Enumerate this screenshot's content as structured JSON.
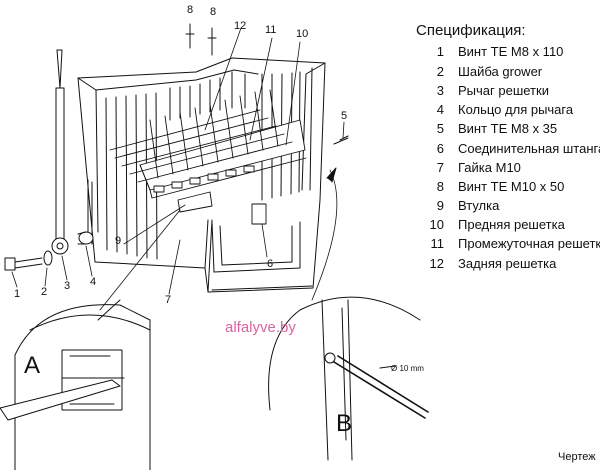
{
  "spec": {
    "title": "Спецификация:",
    "items": [
      {
        "n": "1",
        "text": "Винт TE M8 x 110"
      },
      {
        "n": "2",
        "text": "Шайба grower"
      },
      {
        "n": "3",
        "text": "Рычаг решетки"
      },
      {
        "n": "4",
        "text": "Кольцо для рычага"
      },
      {
        "n": "5",
        "text": "Винт TE M8 x 35"
      },
      {
        "n": "6",
        "text": "Соединительная штанга"
      },
      {
        "n": "7",
        "text": "Гайка М10"
      },
      {
        "n": "8",
        "text": "Винт TE M10 x 50"
      },
      {
        "n": "9",
        "text": "Втулка"
      },
      {
        "n": "10",
        "text": "Предняя решетка"
      },
      {
        "n": "11",
        "text": "Промежуточная решетка"
      },
      {
        "n": "12",
        "text": "Задняя решетка"
      }
    ]
  },
  "callouts": {
    "c1": "1",
    "c2": "2",
    "c3": "3",
    "c4": "4",
    "c5": "5",
    "c6": "6",
    "c7": "7",
    "c8a": "8",
    "c8b": "8",
    "c9": "9",
    "c10": "10",
    "c11": "11",
    "c12": "12"
  },
  "details": {
    "a": "A",
    "b": "B",
    "dimension": "Ø 10 mm"
  },
  "watermark": "alfalyve.by",
  "caption": "Чертеж"
}
